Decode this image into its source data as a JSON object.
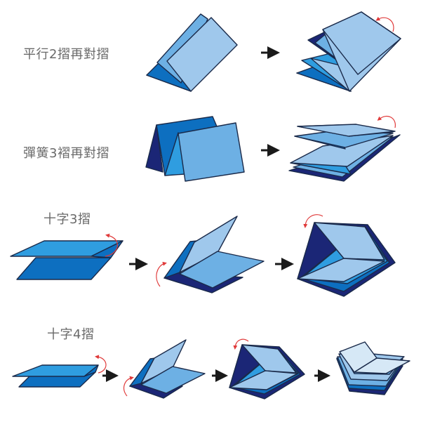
{
  "title": "Folding methods diagram",
  "colors": {
    "pale": "#d6e8f6",
    "light": "#9fc8ec",
    "mid": "#6db0e4",
    "bright": "#2f9de0",
    "medium": "#0d6fc0",
    "dark": "#1a3a8c",
    "navy": "#1b2676",
    "outline": "#1a2a4a",
    "arrow": "#1a1a1a",
    "rotation": "#e03a3a",
    "label_text": "#6a6a6a"
  },
  "rows": [
    {
      "label": "平行2摺再對摺",
      "steps": [
        "parallel-2-fold",
        "refold-in-half"
      ]
    },
    {
      "label": "彈簧3褶再對摺",
      "steps": [
        "accordion-3-fold",
        "refold-in-half"
      ]
    },
    {
      "label": "十字3摺",
      "steps": [
        "fold-1",
        "fold-2",
        "result"
      ]
    },
    {
      "label": "十字4摺",
      "steps": [
        "fold-1",
        "fold-2",
        "fold-3",
        "result"
      ]
    }
  ],
  "icons": {
    "arrow": "right-arrow-icon",
    "rotation": "curved-rotate-arrow-icon"
  }
}
